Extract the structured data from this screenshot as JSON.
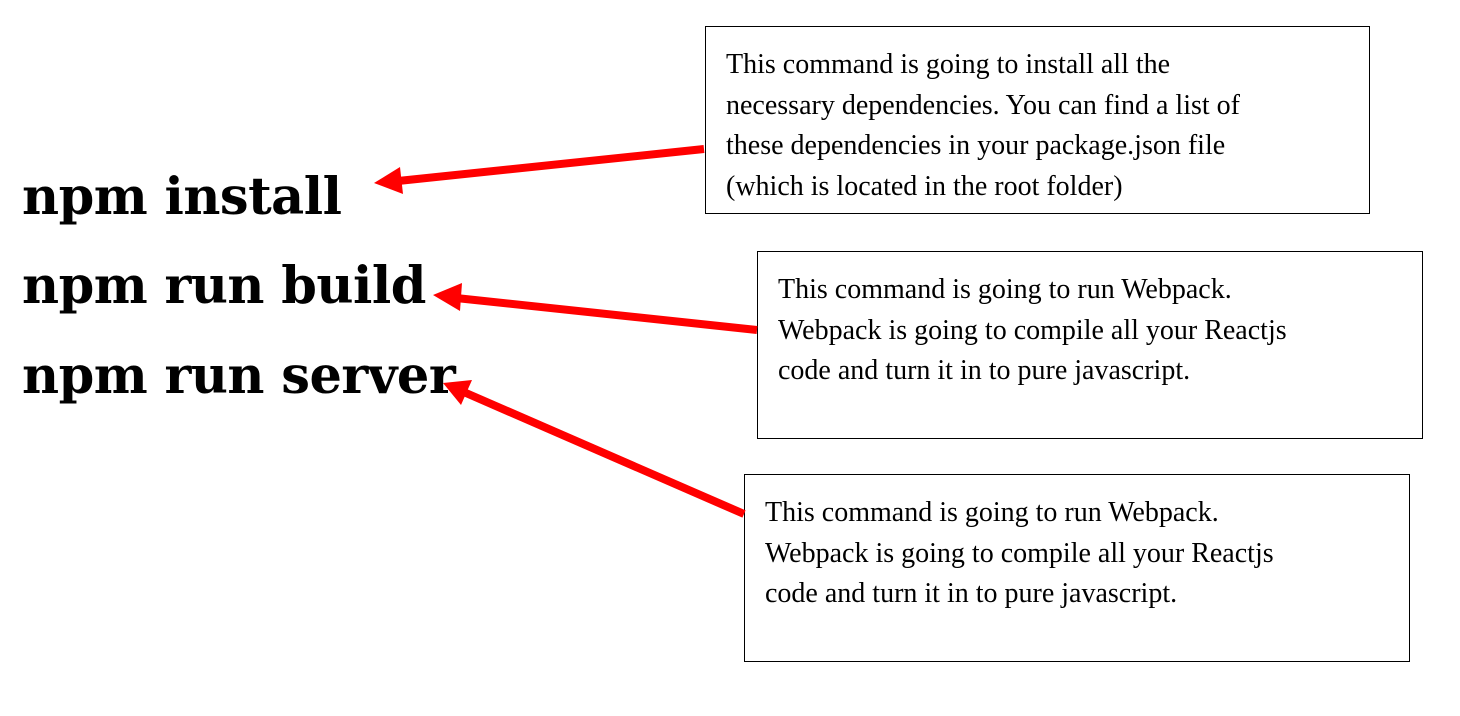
{
  "commands": [
    {
      "id": "install",
      "text": "npm install"
    },
    {
      "id": "build",
      "text": "npm run build"
    },
    {
      "id": "server",
      "text": "npm run server"
    }
  ],
  "notes": {
    "install": {
      "lines": [
        "This command is going to install all the",
        "necessary dependencies.  You can find a list of",
        "these dependencies in your package.json file",
        "(which is located in the root folder)"
      ]
    },
    "build": {
      "lines": [
        "This command is going to run Webpack.",
        "Webpack is going to compile all your Reactjs",
        "code and turn it in to pure javascript."
      ]
    },
    "server": {
      "lines": [
        "This command is going to run Webpack.",
        "Webpack is going to compile all your Reactjs",
        "code and turn it in to pure javascript."
      ]
    }
  },
  "colors": {
    "arrow": "#ff0000",
    "text": "#000000",
    "border": "#000000",
    "background": "#ffffff"
  }
}
